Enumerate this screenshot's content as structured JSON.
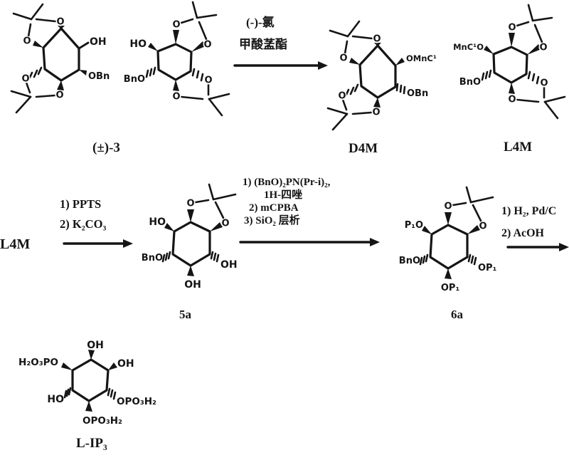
{
  "atoms": {
    "oxygen": "O"
  },
  "compound_labels": {
    "rac3": "(±)-3",
    "d4m": "D4M",
    "l4m": "L4M",
    "l4m_reactant": "L4M",
    "c5a": "5a",
    "c6a": "6a",
    "lip3": "L-IP₃"
  },
  "substituents": {
    "rac3_left": {
      "top_right": "OH",
      "bottom_right": "OBn"
    },
    "rac3_right": {
      "top_left": "HO",
      "bottom_left": "BnO"
    },
    "d4m": {
      "top_right": "OMnC¹",
      "bottom_right": "OBn"
    },
    "l4m": {
      "top_left": "MnC¹O",
      "bottom_left": "BnO"
    },
    "c5a": {
      "top_left": "HO",
      "left": "BnO",
      "right": "OH",
      "bottom": "OH"
    },
    "c6a": {
      "top_left": "P₁O",
      "left": "BnO",
      "right": "OP₁",
      "bottom": "OP₁"
    },
    "lip3": {
      "top_left": "H₂O₃PO",
      "top": "OH",
      "top_right": "OH",
      "bottom_left": "HO",
      "right": "OPO₃H₂",
      "bottom": "OPO₃H₂"
    }
  },
  "reagents": {
    "step1": [
      "(-)-氯",
      "甲酸䓝酯"
    ],
    "step2": [
      "1) PPTS",
      "2) K₂CO₃"
    ],
    "step3": [
      "1) (BnO)₂PN(Pr-i)₂,",
      "1H-四唑",
      "2) mCPBA",
      "3) SiO₂ 层析"
    ],
    "step4": [
      "1) H₂, Pd/C",
      "2) AcOH"
    ]
  }
}
